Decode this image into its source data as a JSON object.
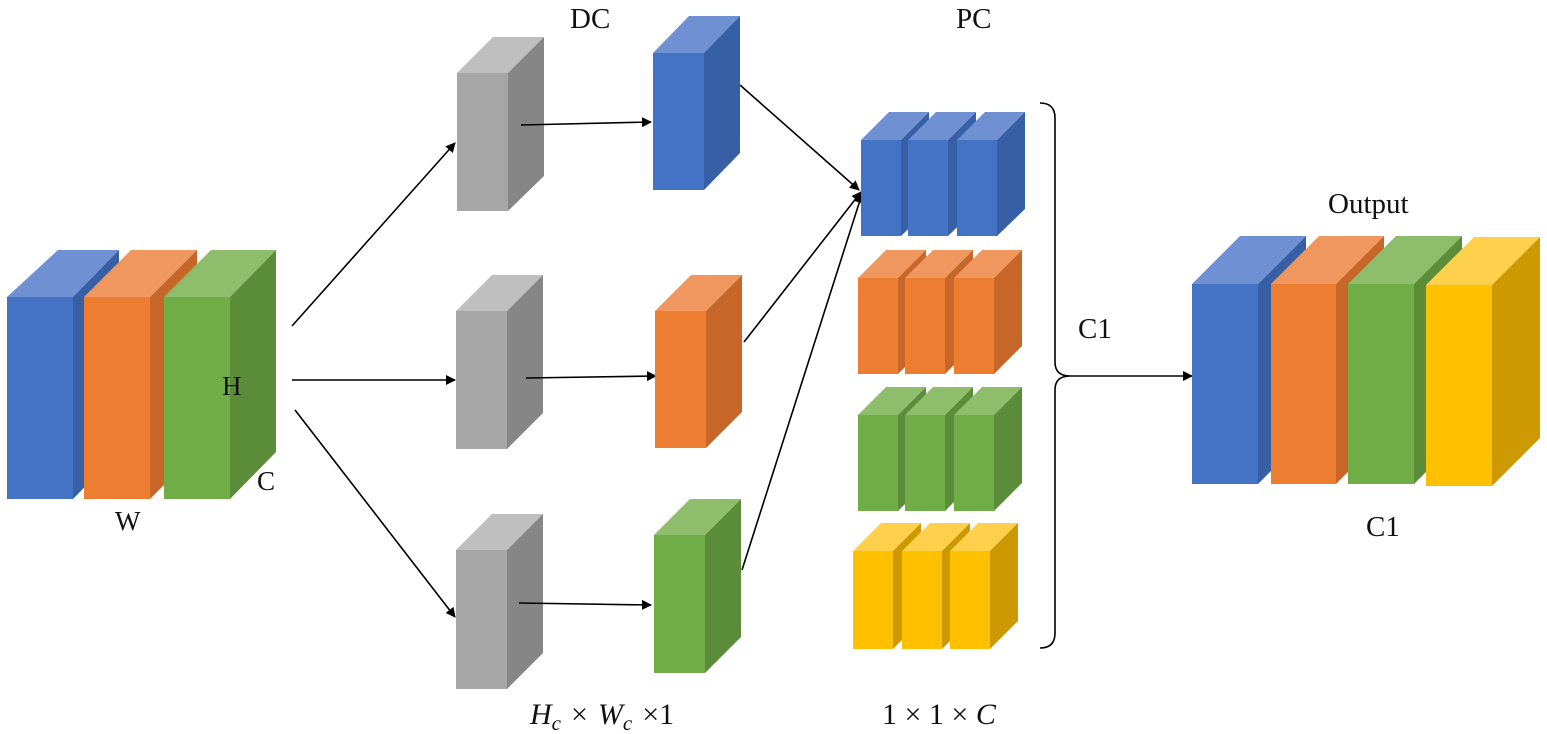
{
  "colors": {
    "blue": "#4472C4",
    "orange": "#ED7D31",
    "green": "#70AD47",
    "yellow": "#FFC000",
    "gray": "#A6A6A6",
    "arrow": "#000000"
  },
  "labels": {
    "dc": "DC",
    "pc": "PC",
    "output": "Output",
    "h": "H",
    "w": "W",
    "c": "C",
    "c1_bracket": "C1",
    "c1_output": "C1",
    "dc_size_h": "H",
    "dc_size_h_sub": "c",
    "dc_size_w": "W",
    "dc_size_w_sub": "c",
    "dc_size_times1": "×",
    "dc_size_times2": "×1",
    "pc_size": "1 × 1 × ",
    "pc_size_c": "C"
  },
  "icons": {
    "input_tensor": "3d-block-stack",
    "depthwise_kernel": "3d-block-gray",
    "depthwise_output": "3d-block-colored",
    "pointwise_kernel": "3d-block-small",
    "output_tensor": "3d-block-stack",
    "connector": "arrow-icon",
    "grouping": "right-brace-icon"
  }
}
